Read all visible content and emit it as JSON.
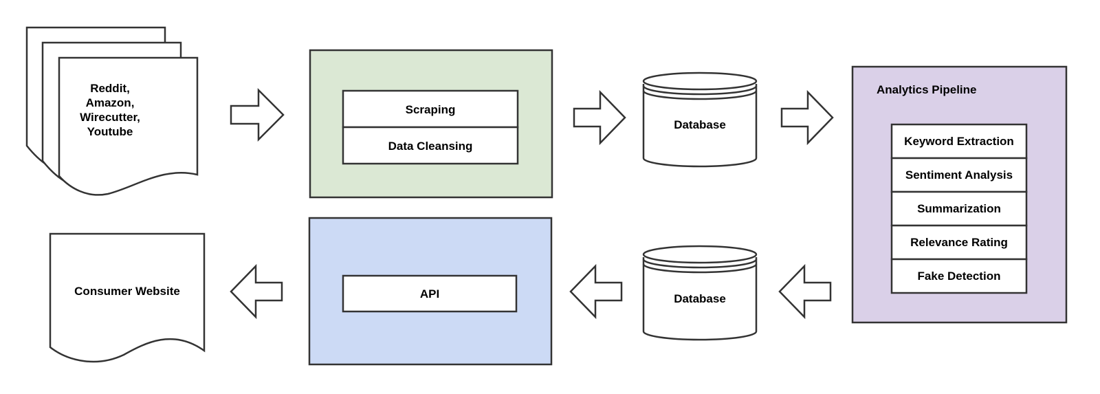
{
  "colors": {
    "stroke": "#333333",
    "processing_fill": "#dbe8d4",
    "api_fill": "#ccdaf5",
    "analytics_fill": "#dad0e8",
    "box_fill": "#ffffff"
  },
  "sources": {
    "lines": [
      "Reddit,",
      "Amazon,",
      "Wirecutter,",
      "Youtube"
    ]
  },
  "processing": {
    "steps": [
      "Scraping",
      "Data Cleansing"
    ]
  },
  "database_top": {
    "label": "Database"
  },
  "analytics": {
    "title": "Analytics Pipeline",
    "steps": [
      "Keyword Extraction",
      "Sentiment Analysis",
      "Summarization",
      "Relevance Rating",
      "Fake Detection"
    ]
  },
  "database_bottom": {
    "label": "Database"
  },
  "api": {
    "label": "API"
  },
  "consumer": {
    "label": "Consumer Website"
  }
}
